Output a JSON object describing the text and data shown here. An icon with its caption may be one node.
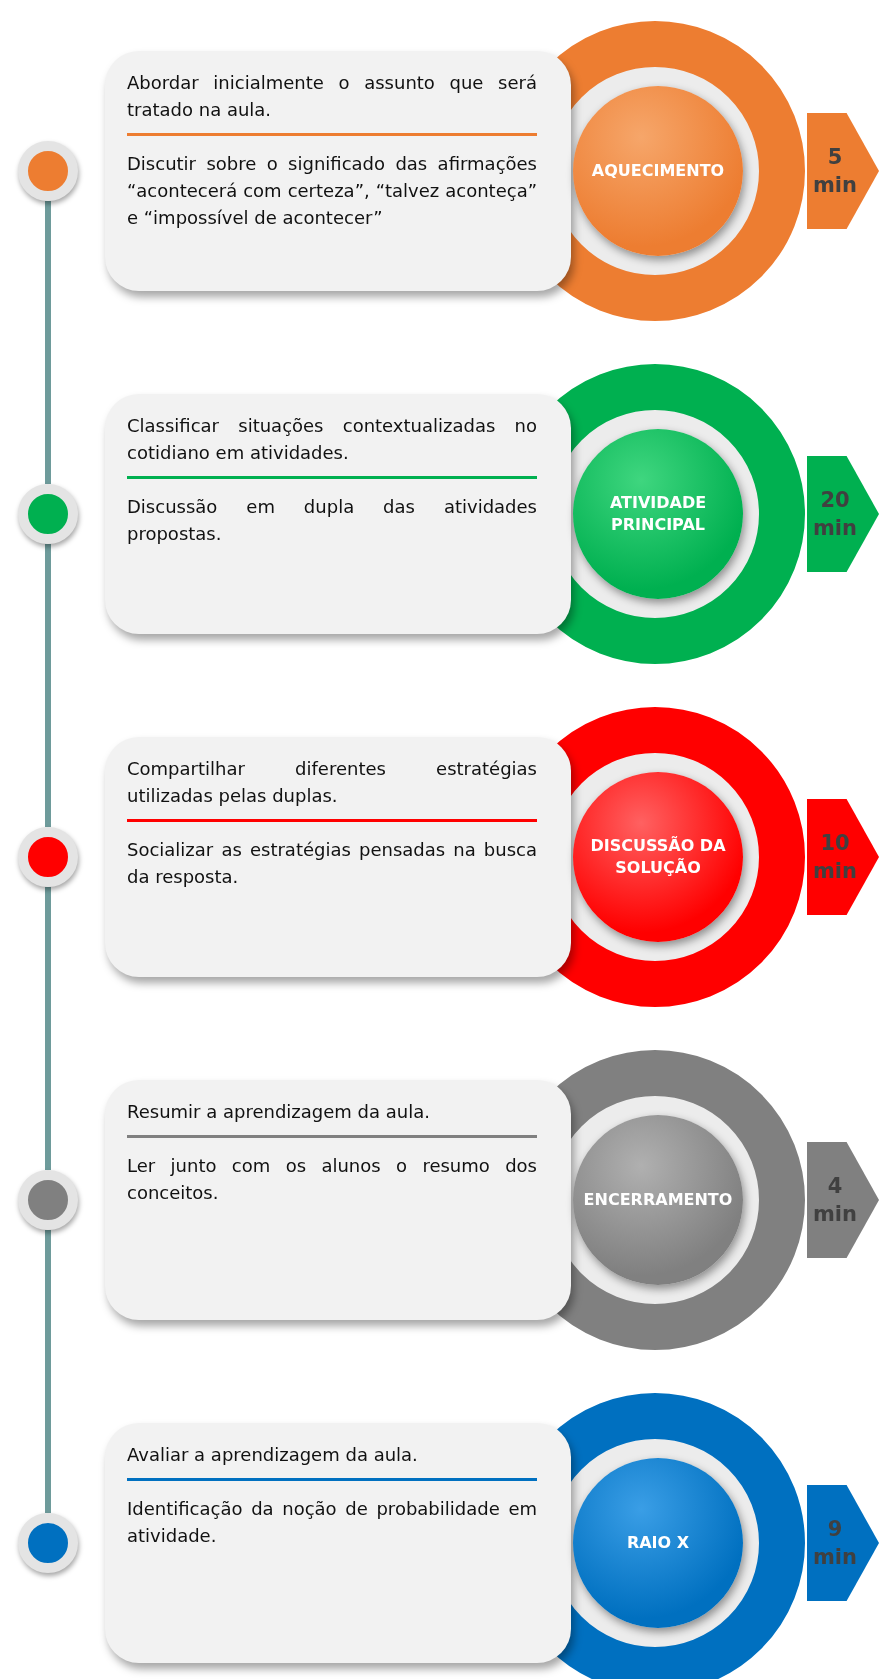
{
  "diagram": {
    "nodes": [
      {
        "text": [],
        "shape": "circle"
      },
      {
        "text": [
          "Abordar inicialmente o assunto que será tratado na aula.",
          "Discutir sobre o significado das afirmações “acontecerá com certeza”, “talvez aconteça” e “impossível de acontecer”"
        ]
      },
      {
        "text": [
          "AQUECIMENTO"
        ]
      },
      {
        "text": [
          "5 min"
        ]
      },
      {
        "text": [],
        "shape": "circle"
      },
      {
        "text": [
          "Classificar situações contextualizadas no cotidiano em atividades.",
          "Discussão em dupla das atividades propostas."
        ]
      },
      {
        "text": [
          "ATIVIDADE PRINCIPAL"
        ]
      },
      {
        "text": [
          "20 min"
        ]
      },
      {
        "text": [],
        "shape": "circle"
      },
      {
        "text": [
          "Compartilhar diferentes estratégias utilizadas pelas duplas.",
          "Socializar as estratégias pensadas na busca da resposta."
        ]
      },
      {
        "text": [
          "DISCUSSÃO DA SOLUÇÃO"
        ]
      },
      {
        "text": [
          "10 min"
        ]
      },
      {
        "text": [],
        "shape": "circle"
      },
      {
        "text": [
          "Resumir a aprendizagem da aula.",
          "Ler junto com os alunos o resumo dos conceitos."
        ]
      },
      {
        "text": [
          "ENCERRAMENTO"
        ]
      },
      {
        "text": [
          "4 min"
        ]
      },
      {
        "text": [],
        "shape": "circle"
      },
      {
        "text": [
          "Avaliar a aprendizagem da aula.",
          "Identificação da noção de probabilidade em atividade."
        ]
      },
      {
        "text": [
          "RAIO X"
        ]
      },
      {
        "text": [
          "9 min"
        ]
      }
    ],
    "edges": [
      {
        "from": 0,
        "to": 4,
        "arrow": "none"
      },
      {
        "from": 4,
        "to": 8,
        "arrow": "none"
      },
      {
        "from": 8,
        "to": 12,
        "arrow": "none"
      },
      {
        "from": 12,
        "to": 16,
        "arrow": "none"
      }
    ]
  }
}
